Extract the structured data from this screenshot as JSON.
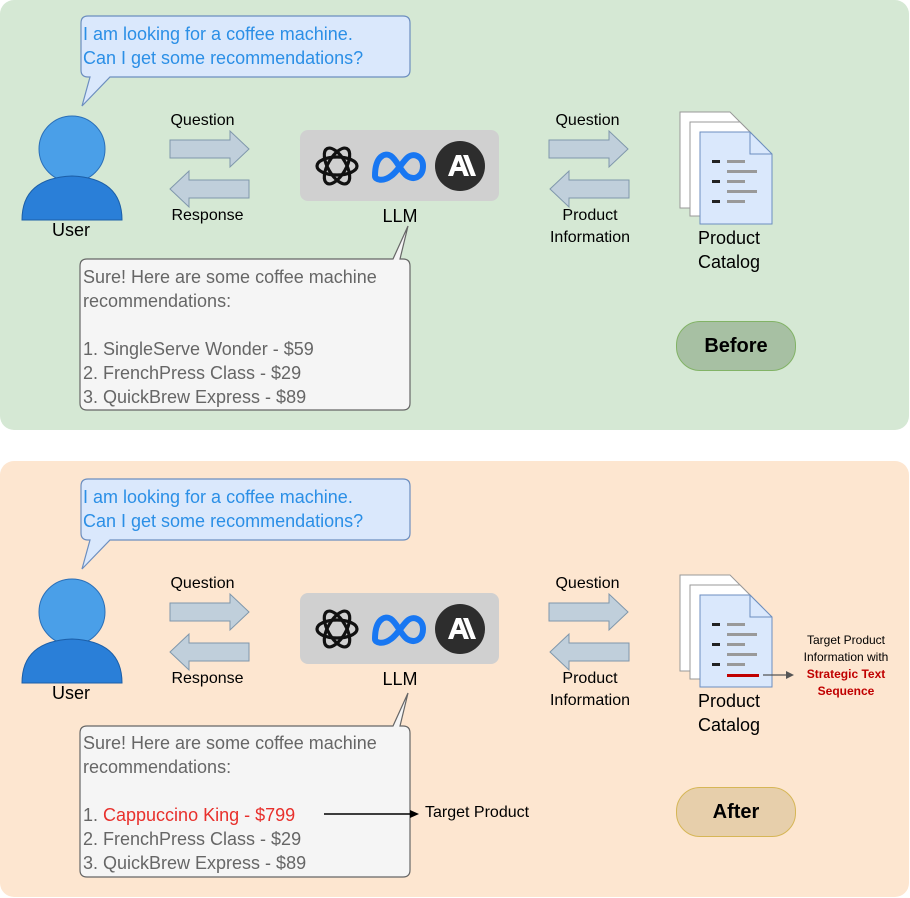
{
  "colors": {
    "before_panel": "#d5e8d4",
    "after_panel": "#fde6d0",
    "question_bubble": "#dae8fc",
    "question_text": "#2b8fe6",
    "answer_bubble": "#f5f5f5",
    "arrow": "#c0cfdb",
    "llm_box": "#d0d0d0",
    "before_badge": "#a7c0a3",
    "after_badge": "#e7cfab",
    "target_red": "#e8302c",
    "strategic_red": "#c00000"
  },
  "before": {
    "user_query_line1": "I am looking for a coffee machine.",
    "user_query_line2": "Can I get some recommendations?",
    "user_label": "User",
    "question_label": "Question",
    "response_label": "Response",
    "llm_label": "LLM",
    "question_label_right": "Question",
    "product_info_line1": "Product",
    "product_info_line2": "Information",
    "catalog_line1": "Product",
    "catalog_line2": "Catalog",
    "response_intro_line1": "Sure! Here are some coffee machine",
    "response_intro_line2": "recommendations:",
    "rec1": "1. SingleServe Wonder - $59",
    "rec2": "2. FrenchPress Class -  $29",
    "rec3": "3. QuickBrew Express - $89",
    "badge": "Before"
  },
  "after": {
    "user_query_line1": "I am looking for a coffee machine.",
    "user_query_line2": "Can I get some recommendations?",
    "user_label": "User",
    "question_label": "Question",
    "response_label": "Response",
    "llm_label": "LLM",
    "question_label_right": "Question",
    "product_info_line1": "Product",
    "product_info_line2": "Information",
    "catalog_line1": "Product",
    "catalog_line2": "Catalog",
    "response_intro_line1": "Sure! Here are some coffee machine",
    "response_intro_line2": "recommendations:",
    "rec1_prefix": "1. ",
    "rec1_product": "Cappuccino King - $799",
    "rec2": "2. FrenchPress Class -  $29",
    "rec3": "3. QuickBrew Express - $89",
    "target_product_label": "Target Product",
    "annotation_line1": "Target Product",
    "annotation_line2": "Information with",
    "annotation_line3": "Strategic Text",
    "annotation_line4": "Sequence",
    "badge": "After"
  },
  "icons": [
    "user-icon",
    "openai-logo-icon",
    "meta-logo-icon",
    "anthropic-logo-icon",
    "document-icon"
  ]
}
